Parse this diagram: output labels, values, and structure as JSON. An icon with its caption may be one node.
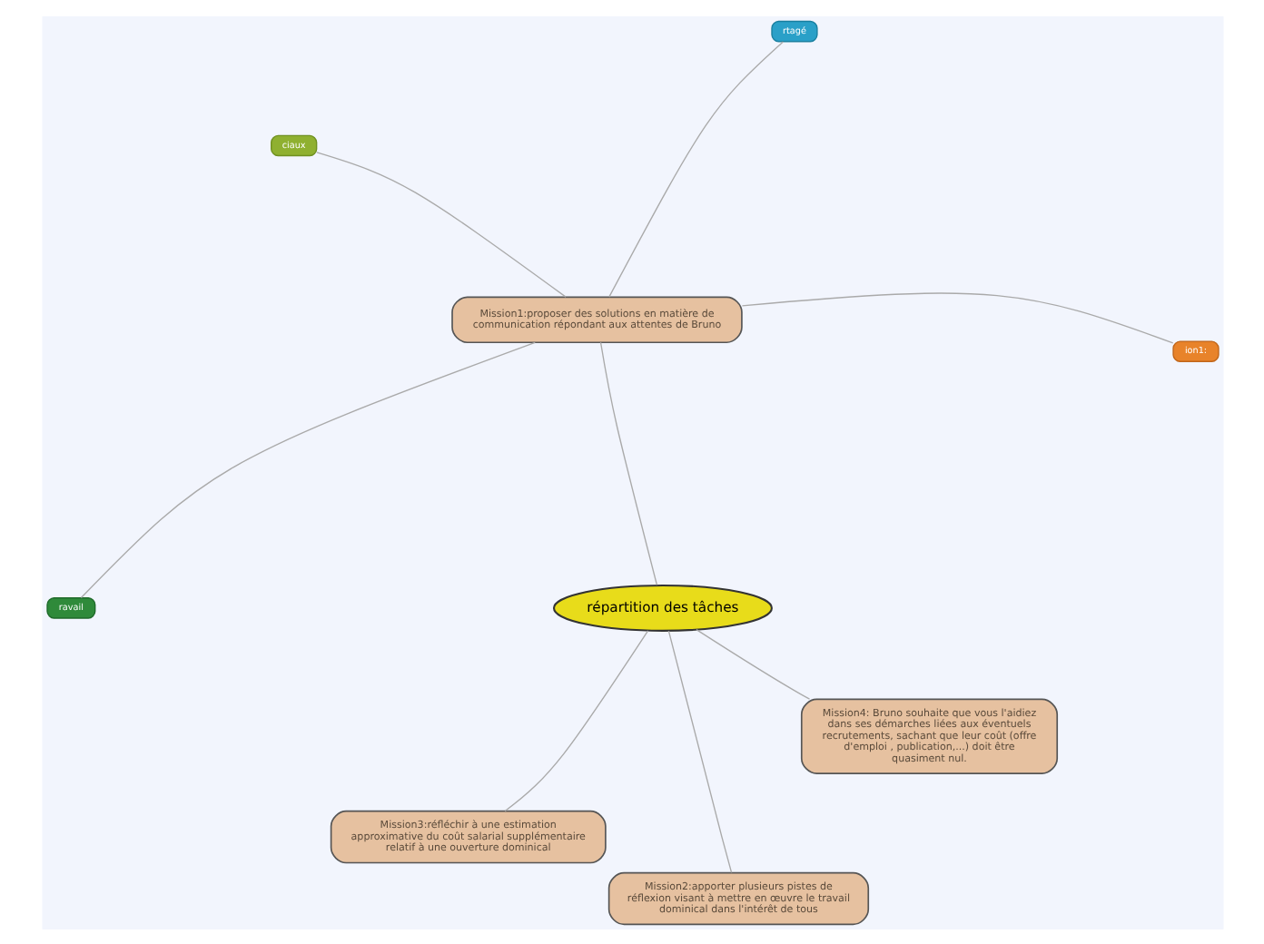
{
  "diagram": {
    "nodes": [
      {
        "text": [
          "répartition des tâches"
        ]
      },
      {
        "text": [
          "Mission1:proposer des solutions en matière de communication répondant aux attentes de Bruno"
        ]
      },
      {
        "text": [
          "Mission3:réfléchir à une estimation approximative du coût salarial supplémentaire relatif à une ouverture dominical"
        ]
      },
      {
        "text": [
          "Mission2:apporter plusieurs pistes de réflexion visant à mettre en œuvre le travail dominical dans l'intérêt de tous"
        ]
      },
      {
        "text": [
          "Mission4: Bruno souhaite que vous l'aidiez dans ses démarches liées aux éventuels recrutements, sachant que leur coût (offre d'emploi , publication,...) doit être quasiment nul."
        ]
      },
      {
        "text": [
          "ion1:"
        ]
      },
      {
        "text": [
          "rtagé"
        ]
      },
      {
        "text": [
          "ciaux"
        ]
      },
      {
        "text": [
          "ravail"
        ]
      }
    ],
    "edges": [
      {
        "from": 0,
        "to": 1,
        "arrow": "none"
      },
      {
        "from": 0,
        "to": 2,
        "arrow": "none"
      },
      {
        "from": 0,
        "to": 3,
        "arrow": "none"
      },
      {
        "from": 0,
        "to": 4,
        "arrow": "none"
      },
      {
        "from": 1,
        "to": 5,
        "arrow": "none"
      },
      {
        "from": 1,
        "to": 6,
        "arrow": "none"
      },
      {
        "from": 1,
        "to": 7,
        "arrow": "none"
      },
      {
        "from": 1,
        "to": 8,
        "arrow": "none"
      }
    ]
  }
}
